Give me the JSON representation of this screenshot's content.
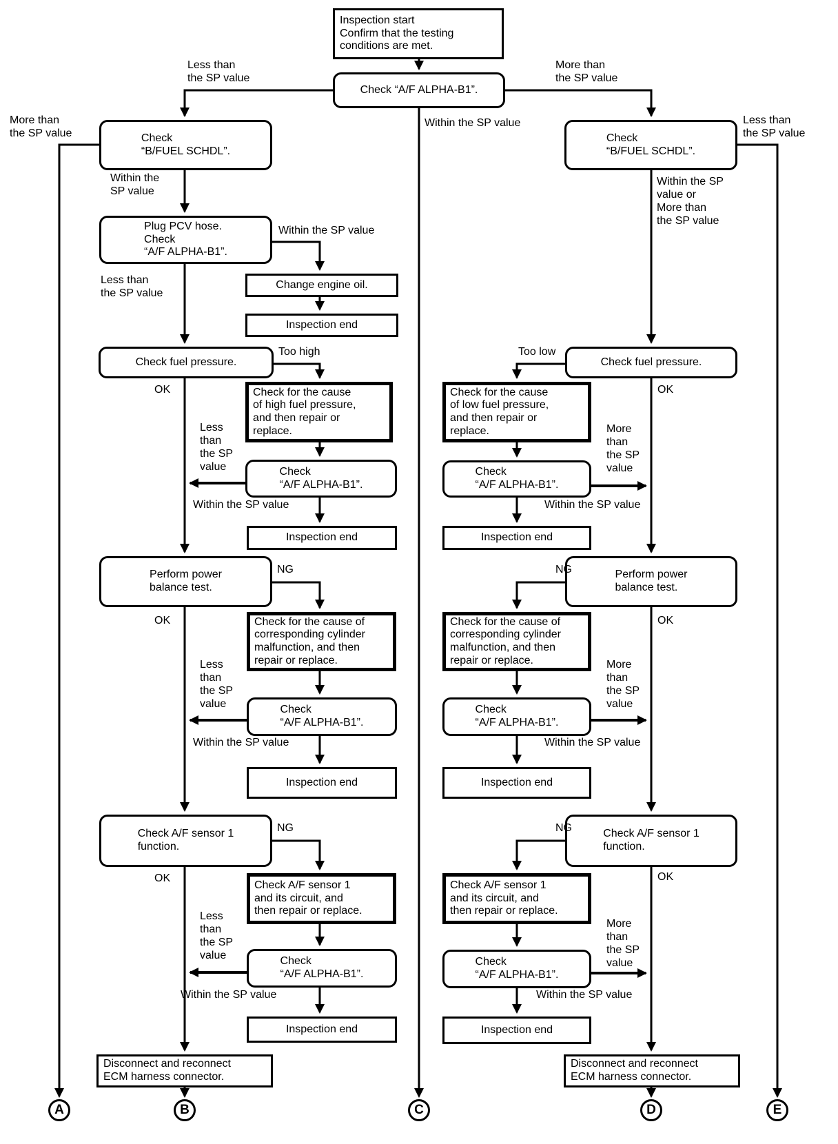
{
  "nodes": {
    "inspection_start": "Inspection start\nConfirm that the testing\nconditions are met.",
    "check_af_top": "Check “A/F ALPHA-B1”.",
    "check_bfuel_left": "Check\n“B/FUEL SCHDL”.",
    "plug_pcv": "Plug PCV hose.\nCheck\n“A/F ALPHA-B1”.",
    "change_oil": "Change engine oil.",
    "inspection_end_1": "Inspection end",
    "check_fuel_left": "Check fuel pressure.",
    "cause_high": "Check for the cause\nof high fuel pressure,\nand then repair or\nreplace.",
    "check_af_l1": "Check\n“A/F ALPHA-B1”.",
    "inspection_end_2": "Inspection end",
    "power_balance_left": "Perform power\nbalance test.",
    "cause_cyl_left": "Check for the cause of\ncorresponding cylinder\nmalfunction, and then\nrepair or replace.",
    "check_af_l2": "Check\n“A/F ALPHA-B1”.",
    "inspection_end_3": "Inspection end",
    "check_sensor_left": "Check A/F sensor 1\nfunction.",
    "sensor_circuit_left": "Check A/F sensor 1\nand its circuit, and\nthen repair or replace.",
    "check_af_l3": "Check\n“A/F ALPHA-B1”.",
    "inspection_end_4": "Inspection end",
    "ecm_left": "Disconnect and reconnect\nECM harness connector.",
    "check_bfuel_right": "Check\n“B/FUEL SCHDL”.",
    "check_fuel_right": "Check fuel pressure.",
    "cause_low": "Check for the cause\nof low fuel pressure,\nand then repair or\nreplace.",
    "check_af_r1": "Check\n“A/F ALPHA-B1”.",
    "inspection_end_r1": "Inspection end",
    "power_balance_right": "Perform power\nbalance test.",
    "cause_cyl_right": "Check for the cause of\ncorresponding cylinder\nmalfunction, and then\nrepair or replace.",
    "check_af_r2": "Check\n“A/F ALPHA-B1”.",
    "inspection_end_r2": "Inspection end",
    "check_sensor_right": "Check A/F sensor 1\nfunction.",
    "sensor_circuit_right": "Check A/F sensor 1\nand its circuit, and\nthen repair or replace.",
    "check_af_r3": "Check\n“A/F ALPHA-B1”.",
    "inspection_end_r3": "Inspection end",
    "ecm_right": "Disconnect and reconnect\nECM harness connector."
  },
  "labels": {
    "less_top_left": "Less than\nthe SP value",
    "more_top_right": "More than\nthe SP value",
    "more_far_left": "More than\nthe SP value",
    "less_far_right": "Less than\nthe SP value",
    "within_center": "Within the SP value",
    "within_left_1": "Within the\nSP value",
    "within_or_more": "Within the SP\nvalue or\nMore than\nthe SP value",
    "within_plug": "Within the SP value",
    "less_plug": "Less than\nthe SP value",
    "too_high": "Too high",
    "too_low": "Too low",
    "ok_l1": "OK",
    "ok_l2": "OK",
    "ok_l3": "OK",
    "ok_r1": "OK",
    "ok_r2": "OK",
    "ok_r3": "OK",
    "ng_l1": "NG",
    "ng_l2": "NG",
    "ng_r1": "NG",
    "ng_r2": "NG",
    "less_stack_1": "Less\nthan\nthe SP\nvalue",
    "less_stack_2": "Less\nthan\nthe SP\nvalue",
    "less_stack_3": "Less\nthan\nthe SP\nvalue",
    "more_stack_1": "More\nthan\nthe SP\nvalue",
    "more_stack_2": "More\nthan\nthe SP\nvalue",
    "more_stack_3": "More\nthan\nthe SP\nvalue",
    "within_l1": "Within the SP value",
    "within_l2": "Within the SP value",
    "within_l3": "Within the SP value",
    "within_r1": "Within the SP value",
    "within_r2": "Within the SP value",
    "within_r3": "Within the SP value"
  },
  "terminals": {
    "a": "A",
    "b": "B",
    "c": "C",
    "d": "D",
    "e": "E"
  },
  "colors": {
    "ink": "#000000",
    "background": "#ffffff"
  }
}
